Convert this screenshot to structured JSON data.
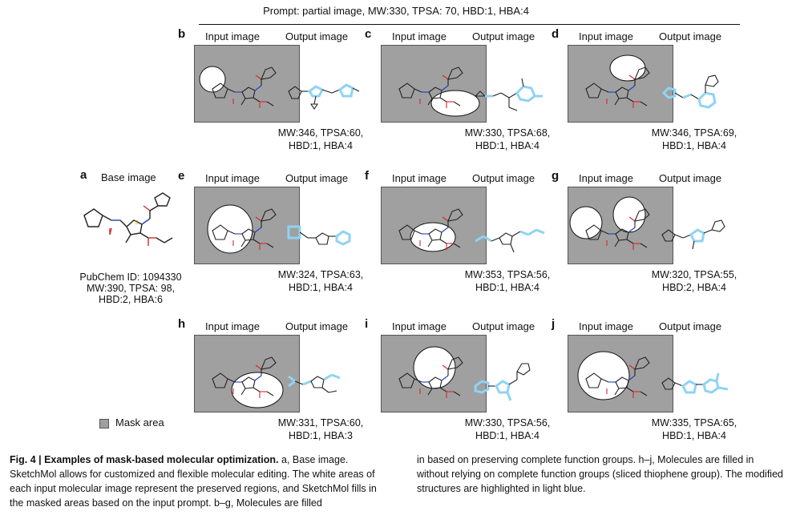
{
  "prompt": "Prompt: partial image, MW:330, TPSA: 70, HBD:1, HBA:4",
  "headers": {
    "input": "Input image",
    "output": "Output image",
    "base": "Base image"
  },
  "panels": [
    {
      "id": "b",
      "letter": "b",
      "metrics": [
        "MW:346, TPSA:60,",
        "HBD:1, HBA:4"
      ]
    },
    {
      "id": "c",
      "letter": "c",
      "metrics": [
        "MW:330, TPSA:68,",
        "HBD:1, HBA:4"
      ]
    },
    {
      "id": "d",
      "letter": "d",
      "metrics": [
        "MW:346, TPSA:69,",
        "HBD:1, HBA:4"
      ]
    },
    {
      "id": "e",
      "letter": "e",
      "metrics": [
        "MW:324, TPSA:63,",
        "HBD:1, HBA:4"
      ]
    },
    {
      "id": "f",
      "letter": "f",
      "metrics": [
        "MW:353, TPSA:56,",
        "HBD:1, HBA:4"
      ]
    },
    {
      "id": "g",
      "letter": "g",
      "metrics": [
        "MW:320, TPSA:55,",
        "HBD:2, HBA:4"
      ]
    },
    {
      "id": "h",
      "letter": "h",
      "metrics": [
        "MW:331, TPSA:60,",
        "HBD:1, HBA:3"
      ]
    },
    {
      "id": "i",
      "letter": "i",
      "metrics": [
        "MW:330, TPSA:56,",
        "HBD:1, HBA:4"
      ]
    },
    {
      "id": "j",
      "letter": "j",
      "metrics": [
        "MW:335, TPSA:65,",
        "HBD:1, HBA:4"
      ]
    }
  ],
  "base": {
    "letter": "a",
    "lines": [
      "PubChem ID: 1094330",
      "MW:390, TPSA: 98,",
      "HBD:2, HBA:6"
    ]
  },
  "legend": "Mask area",
  "caption": {
    "fig": "Fig. 4 | Examples of mask-based molecular optimization.",
    "left_rest": " a, Base image. SketchMol allows for customized and flexible molecular editing. The white areas of each input molecular image represent the preserved regions, and SketchMol fills in the masked areas based on the input prompt. b–g, Molecules are filled",
    "right": "in based on preserving complete function groups. h–j, Molecules are filled in without relying on complete function groups (sliced thiophene group). The modified structures are highlighted in light blue."
  },
  "colors": {
    "mask": "#a0a0a0",
    "highlight": "#8fd3f4",
    "oxygen": "#d62728",
    "nitrogen": "#1f3fbf",
    "sulfur": "#c8b400"
  }
}
